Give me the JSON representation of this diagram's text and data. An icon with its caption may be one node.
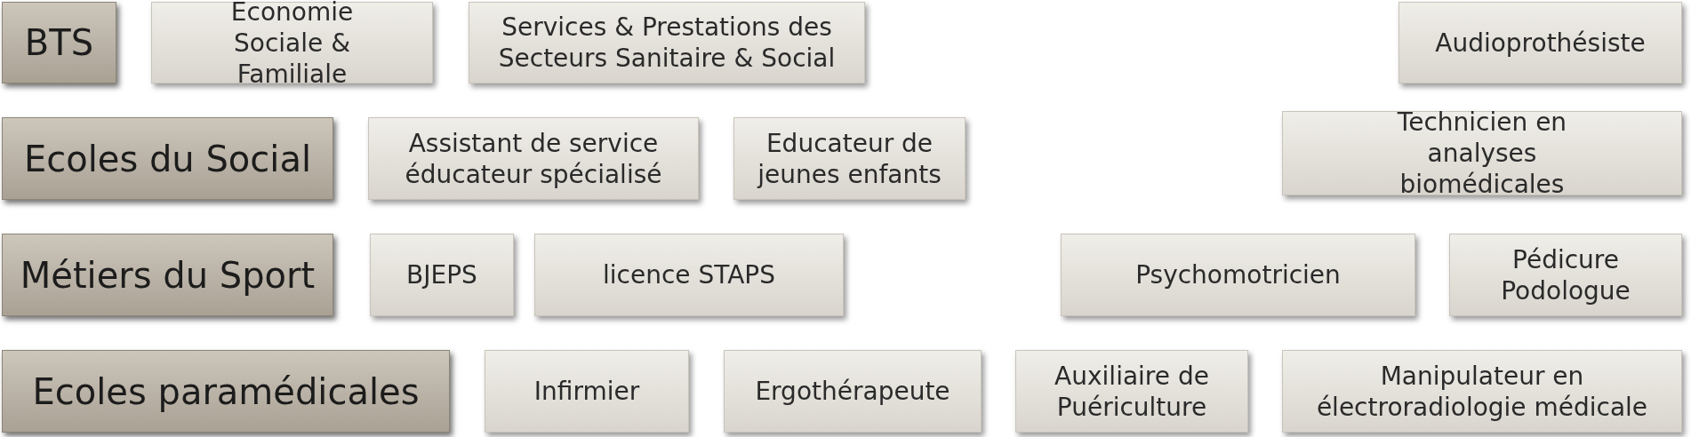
{
  "diagram": {
    "nodes": [
      {
        "text": [
          "BTS"
        ]
      },
      {
        "text": [
          "Economie Sociale & Familiale"
        ]
      },
      {
        "text": [
          "Services & Prestations des Secteurs Sanitaire & Social"
        ]
      },
      {
        "text": [
          "Audioprothésiste"
        ]
      },
      {
        "text": [
          "Ecoles du Social"
        ]
      },
      {
        "text": [
          "Assistant de service éducateur spécialisé"
        ]
      },
      {
        "text": [
          "Educateur de jeunes enfants"
        ]
      },
      {
        "text": [
          "Technicien en analyses biomédicales"
        ]
      },
      {
        "text": [
          "Métiers du Sport"
        ]
      },
      {
        "text": [
          "BJEPS"
        ]
      },
      {
        "text": [
          "licence STAPS"
        ]
      },
      {
        "text": [
          "Psychomotricien"
        ]
      },
      {
        "text": [
          "Pédicure Podologue"
        ]
      },
      {
        "text": [
          "Ecoles paramédicales"
        ]
      },
      {
        "text": [
          "Infirmier"
        ]
      },
      {
        "text": [
          "Ergothérapeute"
        ]
      },
      {
        "text": [
          "Auxiliaire de Puériculture"
        ]
      },
      {
        "text": [
          "Manipulateur en électroradiologie médicale"
        ]
      }
    ]
  }
}
